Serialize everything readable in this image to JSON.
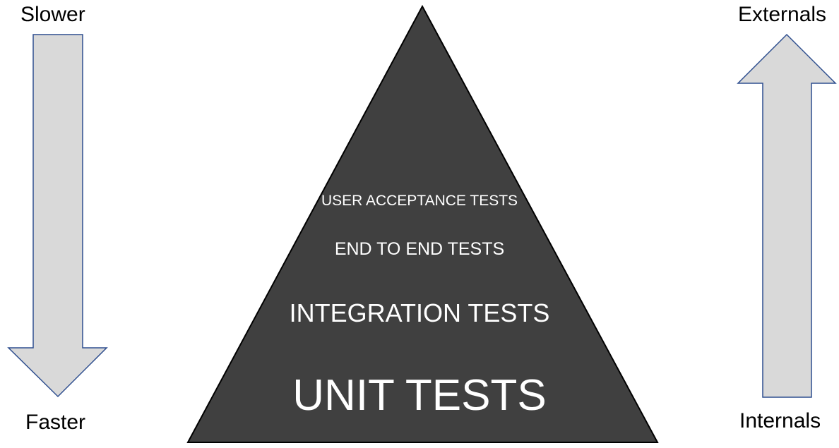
{
  "left_arrow": {
    "top_label": "Slower",
    "bottom_label": "Faster",
    "direction": "down"
  },
  "right_arrow": {
    "top_label": "Externals",
    "bottom_label": "Internals",
    "direction": "up"
  },
  "pyramid": {
    "layers": [
      "USER ACCEPTANCE TESTS",
      "END TO END TESTS",
      "INTEGRATION TESTS",
      "UNIT TESTS"
    ]
  },
  "colors": {
    "pyramid_fill": "#404040",
    "pyramid_stroke": "#000000",
    "arrow_fill": "#d9d9d9",
    "arrow_stroke": "#2f4f8f",
    "layer_text": "#ffffff",
    "side_text": "#000000"
  }
}
